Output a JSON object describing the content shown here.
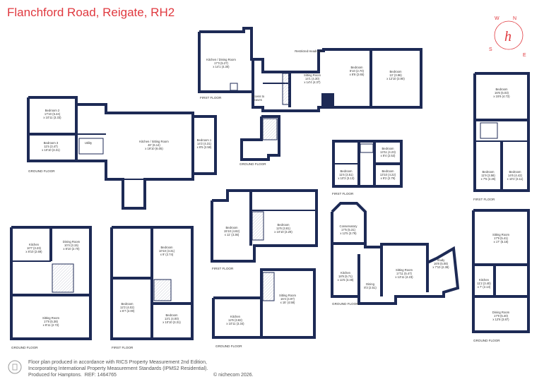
{
  "title": "Flanchford Road, Reigate, RH2",
  "compass": {
    "n": "N",
    "e": "E",
    "s": "S",
    "w": "W",
    "monogram": "h"
  },
  "footer": {
    "line1": "Floor plan produced in accordance with RICS Property Measurement 2nd Edition,",
    "line2": "Incorporating International Property Measurement Standards (IPMS2 Residential).",
    "copyright": "© nichecom 2026.",
    "line3": "Produced for Hamptons.",
    "ref": "REF: 1464765"
  },
  "colors": {
    "wall": "#1d2a55",
    "accent": "#e0393f"
  },
  "floors": {
    "ground": "GROUND FLOOR",
    "first": "FIRST FLOOR"
  },
  "rooms": {
    "p1_kitchen": {
      "name": "Kitchen / Dining Room",
      "dim1": "17'3 (5.27)",
      "dim2": "x 14'1 (4.30)"
    },
    "p1_sitting": {
      "name": "Sitting Room",
      "dim1": "14'1 (4.30)",
      "dim2": "x 14'4 (4.37)"
    },
    "p1_access": {
      "name": "Access to",
      "dim1": "Eaves",
      "dim2": ""
    },
    "p1_restricted": {
      "name": "Restricted Headroom",
      "dim1": "",
      "dim2": ""
    },
    "p1_bed_a": {
      "name": "Bedroom",
      "dim1": "8'10 (2.70)",
      "dim2": "x 8'8 (2.65)"
    },
    "p1_bed_b": {
      "name": "Bedroom",
      "dim1": "13' (3.96)",
      "dim2": "x 12'10 (3.90)"
    },
    "p2_bed2": {
      "name": "Bedroom 2",
      "dim1": "17'10 (5.44)",
      "dim2": "x 10'11 (3.33)"
    },
    "p2_bed3": {
      "name": "Bedroom 3",
      "dim1": "11'5 (3.47)",
      "dim2": "x 10'10 (3.31)"
    },
    "p2_utility": {
      "name": "Utility",
      "dim1": "",
      "dim2": ""
    },
    "p2_kitchen": {
      "name": "Kitchen / Sitting Room",
      "dim1": "40' (6.14)",
      "dim2": "x 19'10 (6.05)"
    },
    "p2_bed1": {
      "name": "Bedroom 1",
      "dim1": "14'2 (4.31)",
      "dim2": "x 8'5 (2.58)"
    },
    "p4_bed_a": {
      "name": "Bedroom",
      "dim1": "11'6 (3.51)",
      "dim2": "x 10'3 (3.13)"
    },
    "p4_bed_b": {
      "name": "Bedroom",
      "dim1": "13'11 (4.23)",
      "dim2": "x 8'4 (2.53)"
    },
    "p4_bed_c": {
      "name": "Bedroom",
      "dim1": "13'10 (4.22)",
      "dim2": "x 9'2 (2.79)"
    },
    "p5_bed_a": {
      "name": "Bedroom",
      "dim1": "16'6 (5.03)",
      "dim2": "x 15'6 (4.72)"
    },
    "p5_bed_b": {
      "name": "Bedroom",
      "dim1": "11'9 (3.58)",
      "dim2": "x 7'5 (2.26)"
    },
    "p5_bed_c": {
      "name": "Bedroom",
      "dim1": "14'6 (4.42)",
      "dim2": "x 10'2 (3.11)"
    },
    "p6_kitchen": {
      "name": "Kitchen",
      "dim1": "10'7 (3.23)",
      "dim2": "x 8'10 (2.69)"
    },
    "p6_dining": {
      "name": "Dining Room",
      "dim1": "10'4 (3.15)",
      "dim2": "x 8'10 (2.70)"
    },
    "p6_sitting": {
      "name": "Sitting Room",
      "dim1": "17'8 (5.38)",
      "dim2": "x 8'11 (2.72)"
    },
    "p7_bed_a": {
      "name": "Bedroom",
      "dim1": "10'10 (3.31)",
      "dim2": "x 9' (2.74)"
    },
    "p7_bed_b": {
      "name": "Bedroom",
      "dim1": "12'2 (4.02)",
      "dim2": "x 6'7 (2.00)"
    },
    "p7_bed_c": {
      "name": "Bedroom",
      "dim1": "13'1 (4.00)",
      "dim2": "x 10'10 (3.31)"
    },
    "p8_bed_a": {
      "name": "Bedroom",
      "dim1": "15'10 (4.82)",
      "dim2": "x 11' (3.36)"
    },
    "p8_bed_b": {
      "name": "Bedroom",
      "dim1": "12'6 (3.81)",
      "dim2": "x 10'10 (3.29)"
    },
    "p9_kitchen": {
      "name": "Kitchen",
      "dim1": "12'6 (3.82)",
      "dim2": "x 10'11 (3.34)"
    },
    "p9_sitting": {
      "name": "Sitting Room",
      "dim1": "16'4 (4.97)",
      "dim2": "x 15' (4.58)"
    },
    "p10_conserv": {
      "name": "Conservatory",
      "dim1": "17'5 (5.31)",
      "dim2": "x 12'5 (3.79)"
    },
    "p10_kitchen": {
      "name": "Kitchen",
      "dim1": "18'9 (5.71)",
      "dim2": "x 11'5 (3.48)"
    },
    "p10_dining": {
      "name": "Dining",
      "dim1": "8'3 (2.51)",
      "dim2": ""
    },
    "p10_sitting": {
      "name": "Sitting Room",
      "dim1": "17'11 (5.47)",
      "dim2": "x 13'11 (4.23)"
    },
    "p10_study": {
      "name": "Study",
      "dim1": "16'8 (5.08)",
      "dim2": "x 7'10 (2.38)"
    },
    "p11_sitting": {
      "name": "Sitting Room",
      "dim1": "17'9 (5.41)",
      "dim2": "x 17' (5.18)"
    },
    "p11_kitchen": {
      "name": "Kitchen",
      "dim1": "11'2 (3.40)",
      "dim2": "x 7' (2.13)"
    },
    "p11_dining": {
      "name": "Dining Room",
      "dim1": "17'9 (5.40)",
      "dim2": "x 12'8 (3.87)"
    }
  }
}
